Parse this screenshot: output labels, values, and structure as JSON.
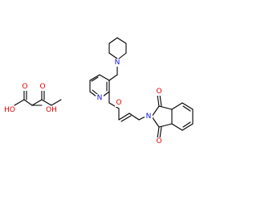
{
  "colors": {
    "bond": "#000000",
    "oxygen": "#e00000",
    "nitrogen": "#1010e0",
    "carbon_text": "#000000",
    "background": "#ffffff"
  },
  "maleic_acid": {
    "label_ho_left": "HO",
    "label_oh_right": "OH",
    "label_o_upper_left": "O",
    "label_o_upper_right": "O"
  },
  "drug": {
    "label_piperidine_n": "N",
    "label_pyridine_n": "N",
    "label_ether_o": "O",
    "label_imide_n": "N",
    "label_imide_o_top": "O",
    "label_imide_o_bottom": "O"
  }
}
